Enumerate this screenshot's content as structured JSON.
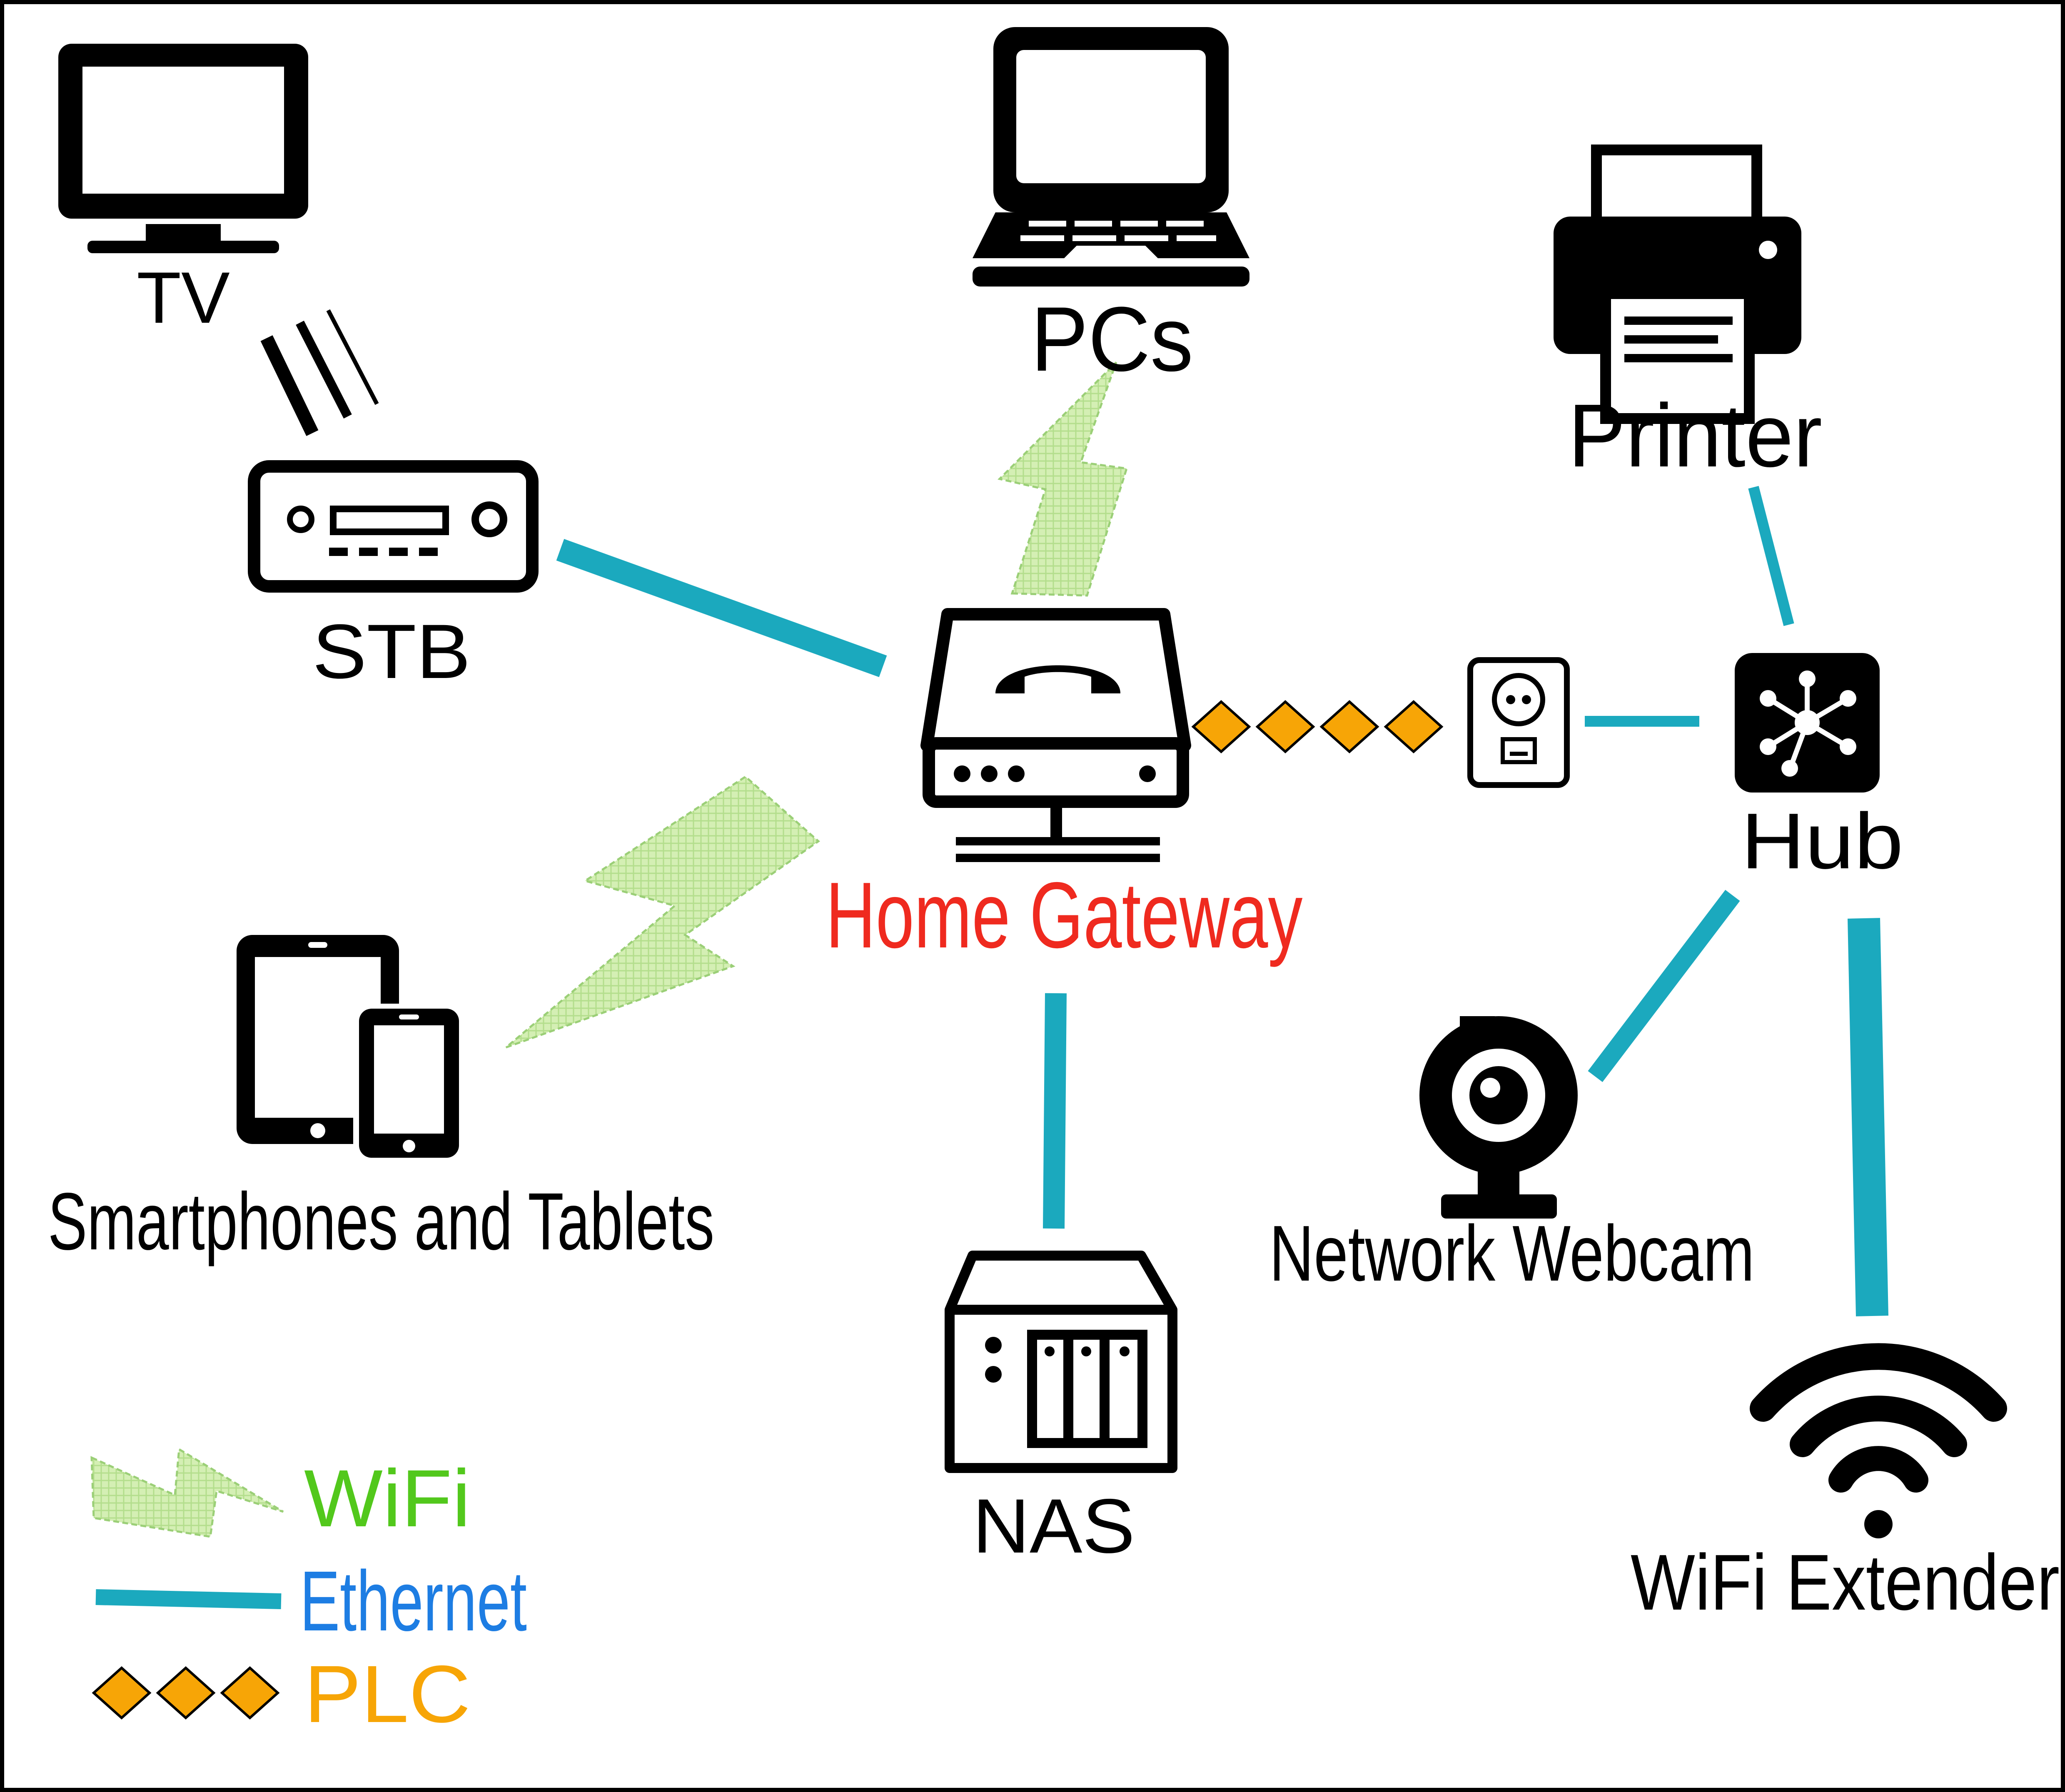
{
  "nodes": {
    "tv": "TV",
    "pcs": "PCs",
    "printer": "Printer",
    "stb": "STB",
    "gateway": "Home Gateway",
    "hub": "Hub",
    "smartphones": "Smartphones and Tablets",
    "nas": "NAS",
    "webcam": "Network Webcam",
    "extender": "WiFi Extender"
  },
  "legend": {
    "wifi": "WiFi",
    "ethernet": "Ethernet",
    "plc": "PLC"
  },
  "colors": {
    "ethernet": "#1ba9be",
    "wifi_fill": "#d4efb4",
    "wifi_stroke": "#9bcf77",
    "plc": "#f7a506",
    "gateway_label": "#ef2a1f",
    "legend_wifi": "#52c81c",
    "legend_ethernet": "#1d7de3",
    "legend_plc": "#f7a506",
    "icon": "#000000"
  },
  "icons": {
    "tv": "tv-icon",
    "pcs": "laptop-icon",
    "printer": "printer-icon",
    "stb": "set-top-box-icon",
    "gateway": "home-gateway-icon",
    "plc_adapter": "power-outlet-adapter-icon",
    "hub": "hub-icon",
    "smartphones": "tablet-phone-icon",
    "nas": "nas-icon",
    "webcam": "webcam-icon",
    "extender": "wifi-icon"
  }
}
